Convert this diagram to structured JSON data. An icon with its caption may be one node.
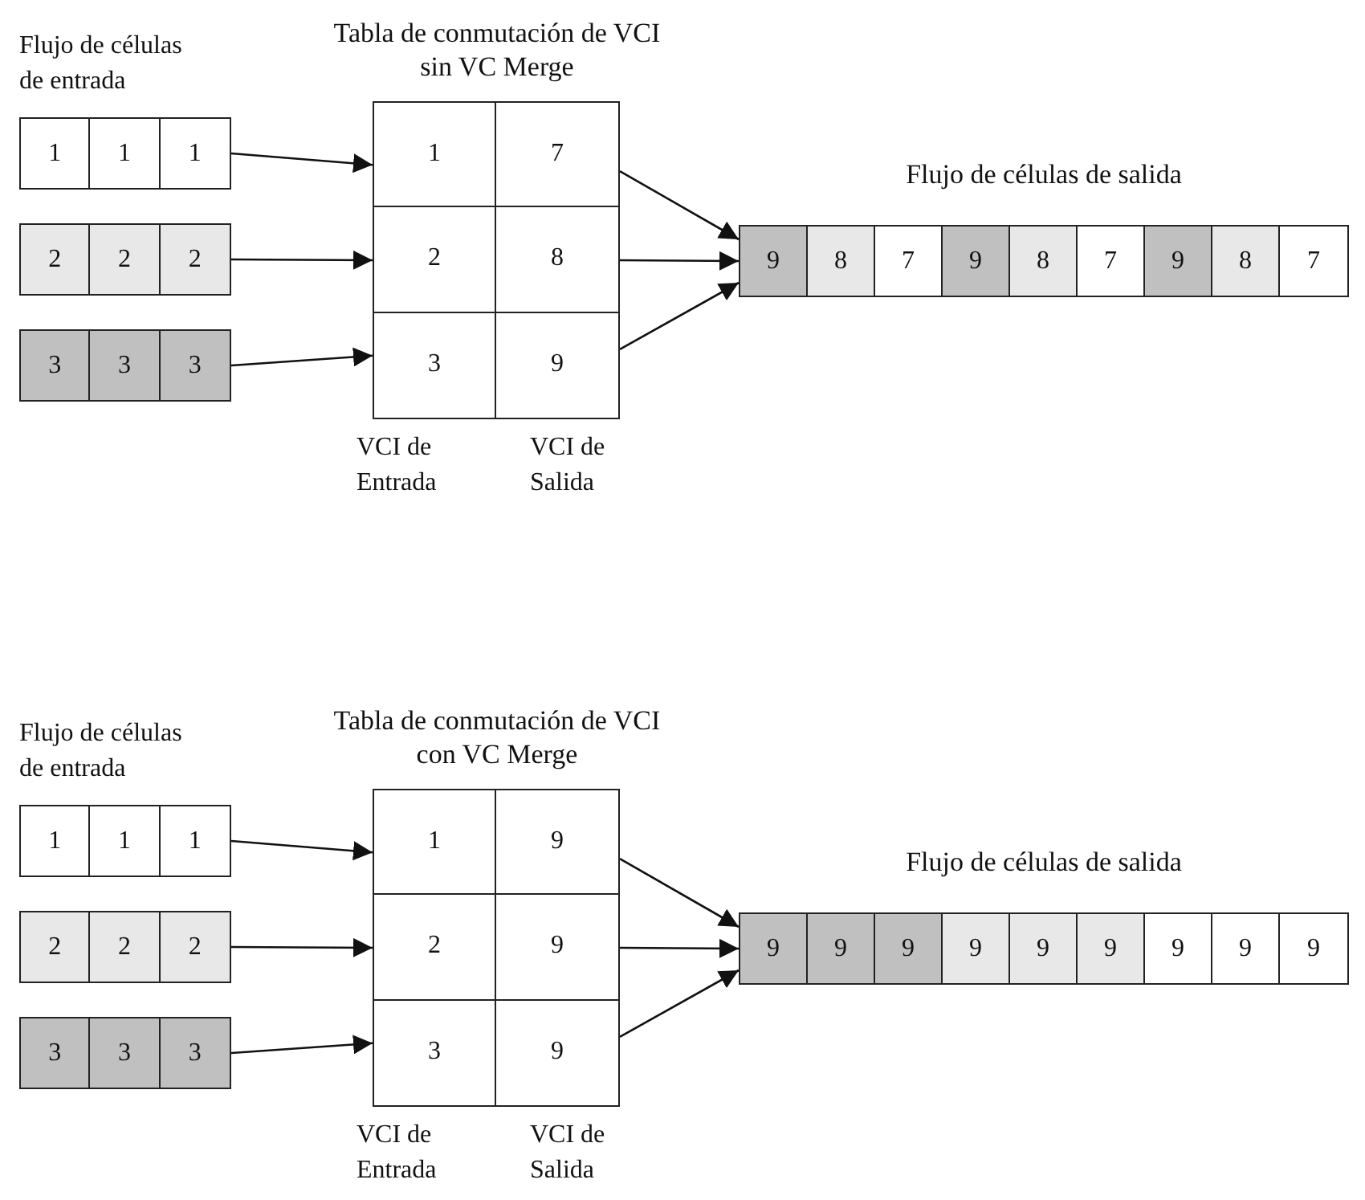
{
  "diagram": {
    "nodes": [
      {
        "text": [],
        "shape": "bar"
      },
      {
        "text": [
          "1"
        ],
        "in": 0
      },
      {
        "text": [
          "1"
        ],
        "in": 0
      },
      {
        "text": [
          "1"
        ],
        "in": 0
      },
      {
        "text": [],
        "shape": "bar"
      },
      {
        "text": [
          "2"
        ],
        "in": 4
      },
      {
        "text": [
          "2"
        ],
        "in": 4
      },
      {
        "text": [
          "2"
        ],
        "in": 4
      },
      {
        "text": [],
        "shape": "bar"
      },
      {
        "text": [
          "3"
        ],
        "in": 8
      },
      {
        "text": [
          "3"
        ],
        "in": 8
      },
      {
        "text": [
          "3"
        ],
        "in": 8
      },
      {
        "text": [
          "Tabla de conmutación de VCI sin VC Merge"
        ]
      },
      {
        "text": [
          "1"
        ],
        "in": 12
      },
      {
        "text": [
          "7"
        ],
        "in": 12
      },
      {
        "text": [
          "2"
        ],
        "in": 12
      },
      {
        "text": [
          "8"
        ],
        "in": 12
      },
      {
        "text": [
          "3"
        ],
        "in": 12
      },
      {
        "text": [
          "9"
        ],
        "in": 12
      },
      {
        "text": [
          "Flujo de células de salida"
        ]
      },
      {
        "text": [
          "9"
        ],
        "in": 19
      },
      {
        "text": [
          "8"
        ],
        "in": 19
      },
      {
        "text": [
          "7"
        ],
        "in": 19
      },
      {
        "text": [
          "9"
        ],
        "in": 19
      },
      {
        "text": [
          "8"
        ],
        "in": 19
      },
      {
        "text": [
          "7"
        ],
        "in": 19
      },
      {
        "text": [
          "9"
        ],
        "in": 19
      },
      {
        "text": [
          "8"
        ],
        "in": 19
      },
      {
        "text": [
          "7"
        ],
        "in": 19
      },
      {
        "text": [],
        "shape": "bar"
      },
      {
        "text": [
          "1"
        ],
        "in": 29
      },
      {
        "text": [
          "1"
        ],
        "in": 29
      },
      {
        "text": [
          "1"
        ],
        "in": 29
      },
      {
        "text": [],
        "shape": "bar"
      },
      {
        "text": [
          "2"
        ],
        "in": 33
      },
      {
        "text": [
          "2"
        ],
        "in": 33
      },
      {
        "text": [
          "2"
        ],
        "in": 33
      },
      {
        "text": [],
        "shape": "bar"
      },
      {
        "text": [
          "3"
        ],
        "in": 37
      },
      {
        "text": [
          "3"
        ],
        "in": 37
      },
      {
        "text": [
          "3"
        ],
        "in": 37
      },
      {
        "text": [
          "Tabla de conmutación de VCI con VC Merge"
        ]
      },
      {
        "text": [
          "1"
        ],
        "in": 41
      },
      {
        "text": [
          "9"
        ],
        "in": 41
      },
      {
        "text": [
          "2"
        ],
        "in": 41
      },
      {
        "text": [
          "9"
        ],
        "in": 41
      },
      {
        "text": [
          "3"
        ],
        "in": 41
      },
      {
        "text": [
          "9"
        ],
        "in": 41
      },
      {
        "text": [
          "Flujo de células de salida"
        ]
      },
      {
        "text": [
          "9"
        ],
        "in": 48
      },
      {
        "text": [
          "9"
        ],
        "in": 48
      },
      {
        "text": [
          "9"
        ],
        "in": 48
      },
      {
        "text": [
          "9"
        ],
        "in": 48
      },
      {
        "text": [
          "9"
        ],
        "in": 48
      },
      {
        "text": [
          "9"
        ],
        "in": 48
      },
      {
        "text": [
          "9"
        ],
        "in": 48
      },
      {
        "text": [
          "9"
        ],
        "in": 48
      },
      {
        "text": [
          "9"
        ],
        "in": 48
      }
    ],
    "edges": [
      {
        "from": 0,
        "to": 12,
        "arrow": "to"
      },
      {
        "from": 4,
        "to": 12,
        "arrow": "to"
      },
      {
        "from": 8,
        "to": 12,
        "arrow": "to"
      },
      {
        "from": 12,
        "to": 19,
        "arrow": "to"
      },
      {
        "from": 12,
        "to": 19,
        "arrow": "to"
      },
      {
        "from": 12,
        "to": 19,
        "arrow": "to"
      },
      {
        "from": 29,
        "to": 41,
        "arrow": "to"
      },
      {
        "from": 33,
        "to": 41,
        "arrow": "to"
      },
      {
        "from": 37,
        "to": 41,
        "arrow": "to"
      },
      {
        "from": 41,
        "to": 48,
        "arrow": "to"
      },
      {
        "from": 41,
        "to": 48,
        "arrow": "to"
      },
      {
        "from": 41,
        "to": 48,
        "arrow": "to"
      }
    ],
    "labels": [
      "Flujo de células de entrada",
      "VCI de Entrada",
      "VCI de Salida",
      "Flujo de células de entrada",
      "VCI de Entrada",
      "VCI de Salida"
    ]
  }
}
